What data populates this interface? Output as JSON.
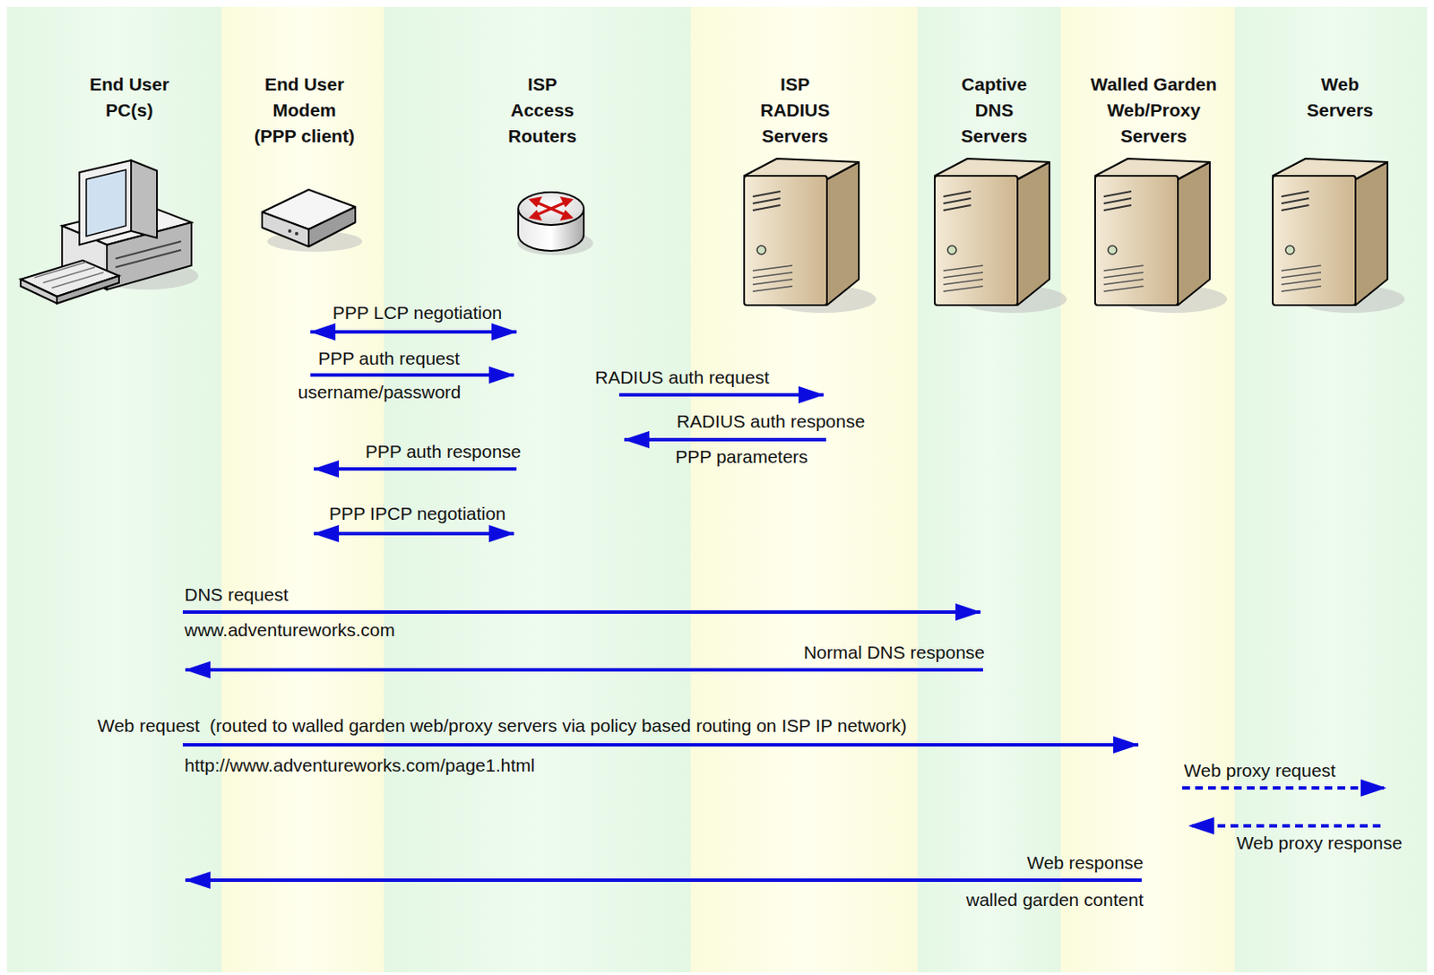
{
  "diagram": {
    "nodes": [
      {
        "text": [
          "End User PC(s)"
        ]
      },
      {
        "text": [
          "End User Modem (PPP client)"
        ]
      },
      {
        "text": [
          "ISP Access Routers"
        ]
      },
      {
        "text": [
          "ISP RADIUS Servers"
        ]
      },
      {
        "text": [
          "Captive DNS Servers"
        ]
      },
      {
        "text": [
          "Walled Garden Web/Proxy Servers"
        ]
      },
      {
        "text": [
          "Web Servers"
        ]
      }
    ],
    "edges": [
      {
        "from": 1,
        "to": 2,
        "label": "PPP LCP negotiation",
        "arrow": "both"
      },
      {
        "from": 1,
        "to": 2,
        "label": "PPP auth request",
        "arrow": "to"
      },
      {
        "from": 2,
        "to": 3,
        "label": "RADIUS auth request",
        "arrow": "to"
      },
      {
        "from": 3,
        "to": 2,
        "label": "RADIUS auth response",
        "arrow": "to"
      },
      {
        "from": 2,
        "to": 1,
        "label": "PPP auth response",
        "arrow": "to"
      },
      {
        "from": 1,
        "to": 2,
        "label": "PPP IPCP negotiation",
        "arrow": "both"
      },
      {
        "from": 0,
        "to": 4,
        "label": "DNS request",
        "arrow": "to"
      },
      {
        "from": 4,
        "to": 0,
        "label": "Normal DNS response",
        "arrow": "to"
      },
      {
        "from": 0,
        "to": 5,
        "label": "Web request  (routed to walled garden web/proxy servers via policy based routing on ISP IP network)",
        "arrow": "to"
      },
      {
        "from": 5,
        "to": 6,
        "label": "Web proxy request",
        "arrow": "to"
      },
      {
        "from": 6,
        "to": 5,
        "label": "Web proxy response",
        "arrow": "to"
      },
      {
        "from": 5,
        "to": 0,
        "label": "Web response",
        "arrow": "to"
      }
    ],
    "labels": [
      "username/password",
      "PPP parameters",
      "www.adventureworks.com",
      "http://www.adventureworks.com/page1.html",
      "walled garden content"
    ]
  }
}
